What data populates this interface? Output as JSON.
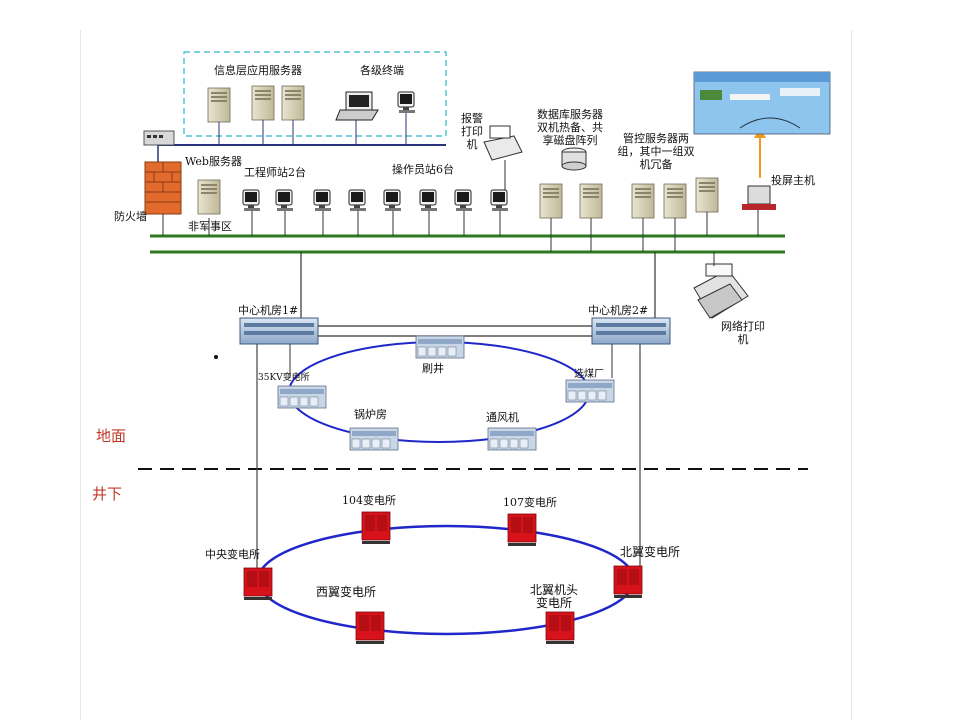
{
  "app_servers": {
    "title": "信息层应用服务器",
    "terminals": "各级终端"
  },
  "top_left": {
    "firewall": "防火墙",
    "web_server": "Web服务器",
    "dmz": "非军事区"
  },
  "workstations": {
    "engineer": "工程师站2台",
    "operator": "操作员站6台"
  },
  "alarm_printer": "报警打印机",
  "db_server": "数据库服务器双机热备、共享磁盘阵列",
  "ctrl_server": "管控服务器两组，其中一组双机冗备",
  "projector": "投屏主机",
  "network_printer": "网络打印机",
  "core_rooms": {
    "room1": "中心机房1#",
    "room2": "中心机房2#"
  },
  "surface_nodes": {
    "substation_35kv": "35KV变电所",
    "washing": "刷井",
    "coal": "选煤厂",
    "boiler": "锅炉房",
    "ventilation": "通风机"
  },
  "zones": {
    "surface": "地面",
    "underground": "井下"
  },
  "underground_nodes": {
    "s104": "104变电所",
    "s107": "107变电所",
    "central": "中央变电所",
    "north_wing": "北翼变电所",
    "west_wing": "西翼变电所",
    "north_head": "北翼机头变电所"
  },
  "colors": {
    "ring": "#1f27c9",
    "bus": "#2f7a1f",
    "zone_text": "#c0392b",
    "substation": "#d8121a",
    "screen": "#7ab6e6"
  }
}
